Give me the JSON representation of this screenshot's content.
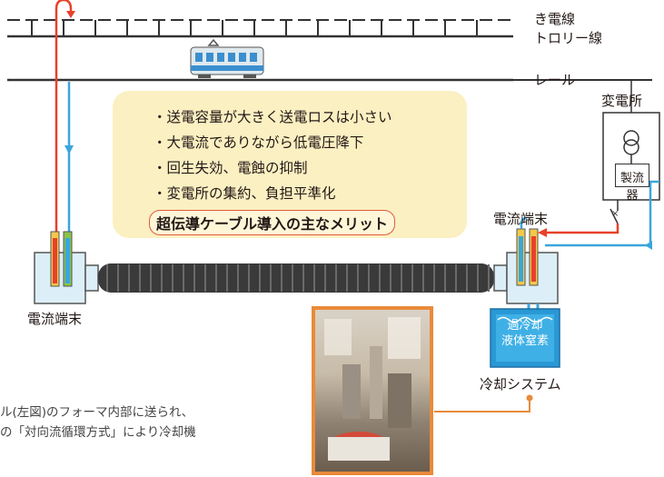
{
  "labels": {
    "feeder": "き電線",
    "trolley": "トロリー線",
    "rail": "レール",
    "substation": "変電所",
    "rectifier": "製流器",
    "terminal_right": "電流端末",
    "terminal_left": "電流端末",
    "coolant_line1": "過冷却",
    "coolant_line2": "液体窒素",
    "cooling_system": "冷却システム"
  },
  "merits": {
    "items": [
      "・送電容量が大きく送電ロスは小さい",
      "・大電流でありながら低電圧降下",
      "・回生失効、電蝕の抑制",
      "・変電所の集約、負担平準化"
    ],
    "title": "超伝導ケーブル導入の主なメリット"
  },
  "caption": {
    "line1": "ル(左図)のフォーマ内部に送られ、",
    "line2": "の「対向流循環方式」により冷却機"
  },
  "colors": {
    "supply": "#e8402a",
    "return": "#3aa6dc",
    "merit_bg": "#fbf0c2",
    "coolant_box": "#2a98d6",
    "photo_frame": "#e98a3a"
  }
}
